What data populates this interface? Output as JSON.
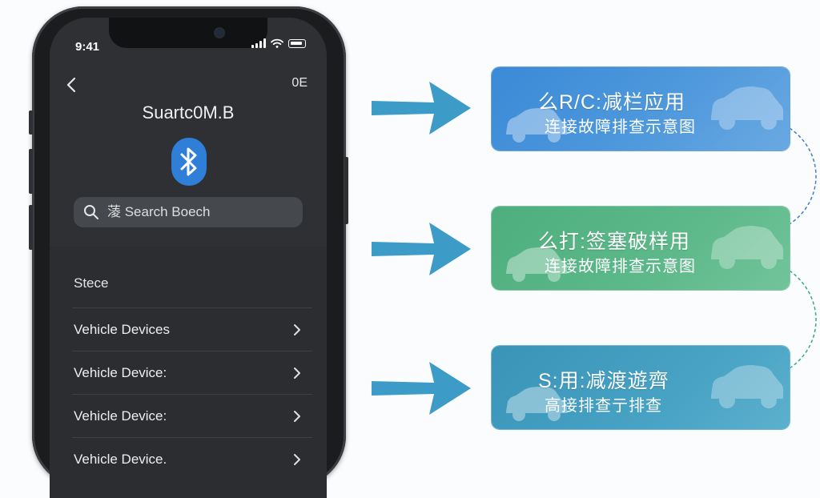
{
  "phone": {
    "status_time": "9:41",
    "top_right_label": "0E",
    "app_title": "Suartc0M.B",
    "search": {
      "placeholder": "蓤 Search Boech"
    },
    "section_label": "Stece",
    "devices": [
      {
        "label": "Vehicle Devices"
      },
      {
        "label": "Vehicle Device:"
      },
      {
        "label": "Vehicle Device:"
      },
      {
        "label": "Vehicle Device."
      }
    ]
  },
  "cards": [
    {
      "title": "么R/C:减栏应用",
      "subtitle": "连接故障排查示意图",
      "color": "#4a93da"
    },
    {
      "title": "么打:签塞破样用",
      "subtitle": "连接故障排查示意图",
      "color": "#5db78a"
    },
    {
      "title": "S:用:减渡遊齊",
      "subtitle": "高接排查亍排查",
      "color": "#45a0c2"
    }
  ],
  "colors": {
    "accent_blue": "#2f7ed8",
    "arrow": "#3d9bc8",
    "connector": "#3b7fc4"
  },
  "icons": [
    "back-icon",
    "bluetooth-icon",
    "search-icon",
    "chevron-right-icon",
    "car-icon",
    "arrow-right-icon",
    "signal-icon",
    "wifi-icon",
    "battery-icon"
  ]
}
